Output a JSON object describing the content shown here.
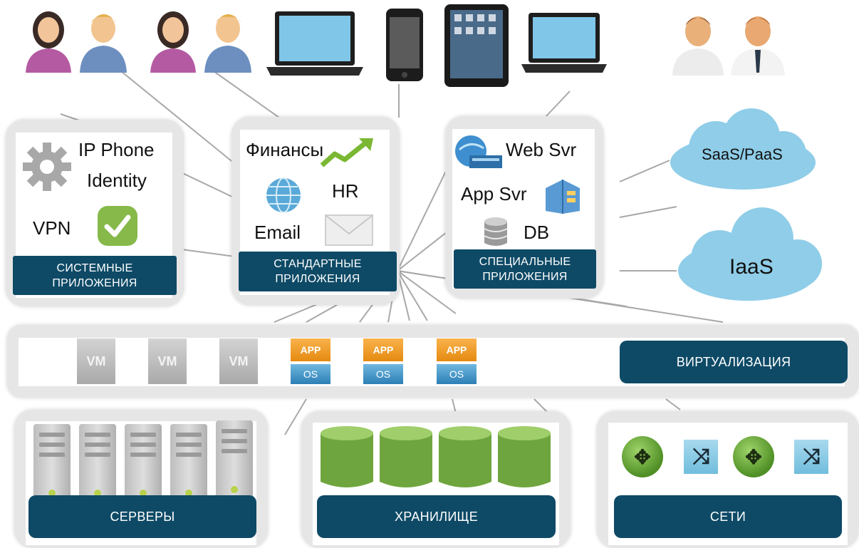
{
  "system_apps": {
    "items": [
      "IP Phone",
      "Identity",
      "VPN"
    ],
    "label_line1": "СИСТЕМНЫЕ",
    "label_line2": "ПРИЛОЖЕНИЯ"
  },
  "standard_apps": {
    "items": [
      "Финансы",
      "HR",
      "Email"
    ],
    "label_line1": "СТАНДАРТНЫЕ",
    "label_line2": "ПРИЛОЖЕНИЯ"
  },
  "special_apps": {
    "items": [
      "Web Svr",
      "App Svr",
      "DB"
    ],
    "label_line1": "СПЕЦИАЛЬНЫЕ",
    "label_line2": "ПРИЛОЖЕНИЯ"
  },
  "clouds": [
    "SaaS/PaaS",
    "IaaS"
  ],
  "virtualization": {
    "label": "ВИРТУАЛИЗАЦИЯ",
    "vm_text": "VM",
    "app_text": "APP",
    "os_text": "OS"
  },
  "bottom": {
    "servers": "СЕРВЕРЫ",
    "storage": "ХРАНИЛИЩЕ",
    "network": "СЕТИ"
  },
  "colors": {
    "label_bg": "#0e4a66",
    "cloud": "#8fcde8",
    "storage": "#7fb24a",
    "app_orange": "#f0a030",
    "os_blue": "#3a8fc4"
  },
  "icons": [
    "woman-user-icon",
    "man-user-icon",
    "laptop-icon",
    "smartphone-icon",
    "tablet-icon",
    "businessman-icon",
    "gear-icon",
    "checkmark-icon",
    "trend-arrow-icon",
    "globe-icon",
    "envelope-icon",
    "web-server-icon",
    "app-server-icon",
    "database-icon",
    "cloud-icon",
    "server-icon",
    "storage-icon",
    "router-icon",
    "switch-icon"
  ]
}
